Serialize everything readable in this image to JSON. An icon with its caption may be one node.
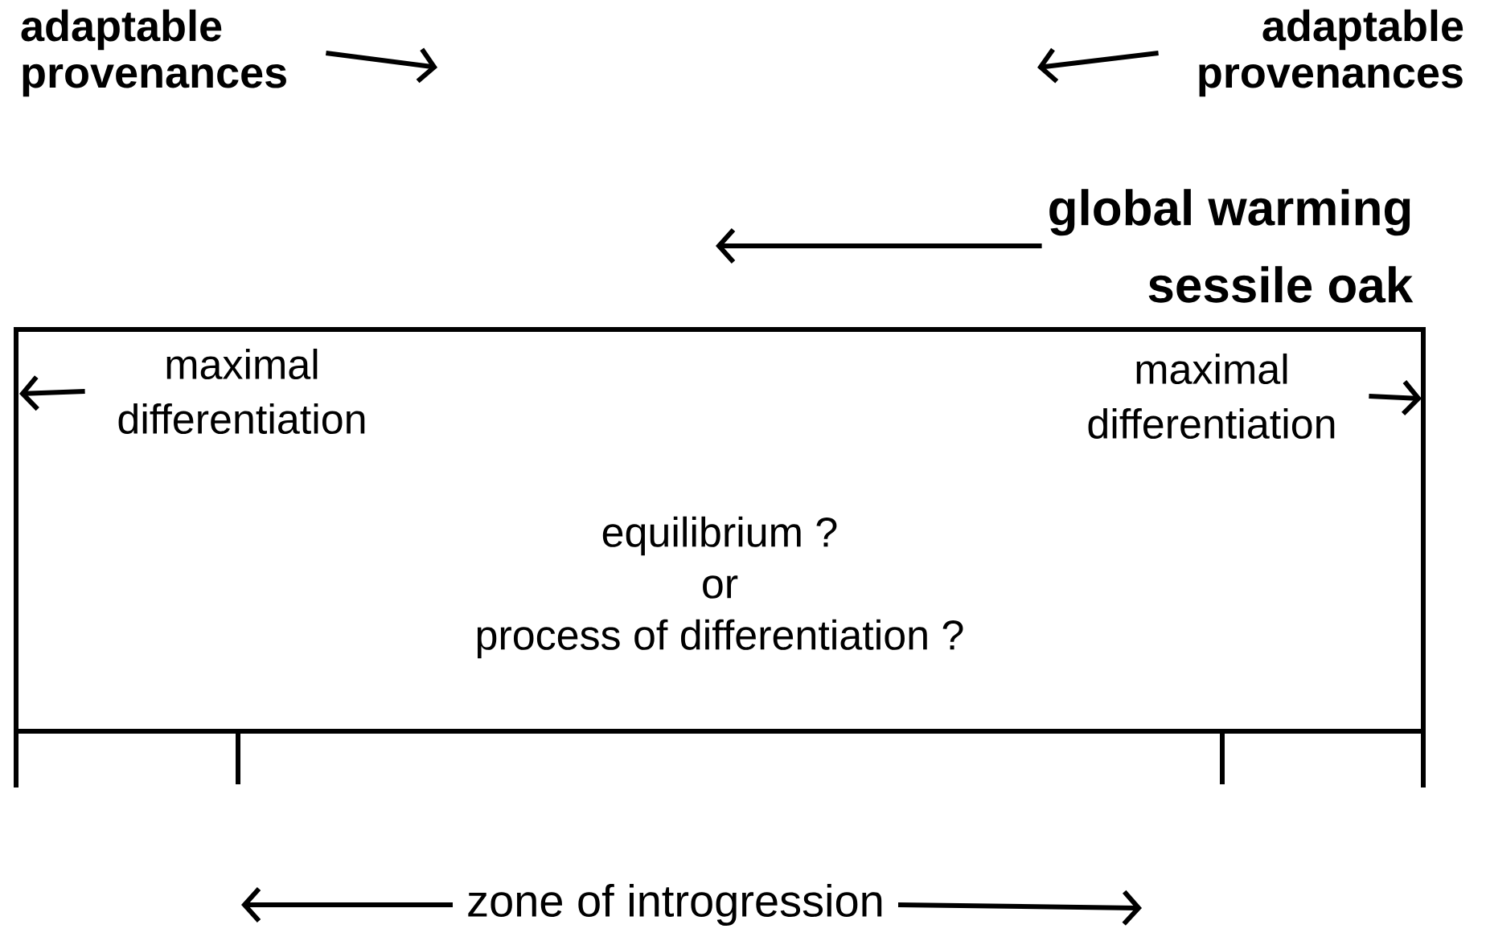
{
  "diagram": {
    "nodes": [
      {
        "text": [
          "adaptable provenances"
        ]
      },
      {
        "text": [
          "adaptable provenances"
        ]
      },
      {
        "text": [
          "global warming",
          "sessile oak"
        ]
      },
      {
        "text": [
          "equilibrium ?",
          "or",
          "process of differentiation ?"
        ]
      },
      {
        "text": [
          "maximal differentiation"
        ],
        "in": 3
      },
      {
        "text": [
          "maximal differentiation"
        ],
        "in": 3
      },
      {
        "text": [
          "zone of introgression"
        ]
      }
    ],
    "edges": [
      {
        "from": 0,
        "to": null,
        "arrow": "to"
      },
      {
        "from": 1,
        "to": null,
        "arrow": "to"
      },
      {
        "from": 2,
        "to": null,
        "arrow": "to"
      },
      {
        "from": 4,
        "to": null,
        "arrow": "to"
      },
      {
        "from": 5,
        "to": null,
        "arrow": "to"
      },
      {
        "from": 6,
        "to": null,
        "arrow": "to"
      },
      {
        "from": 6,
        "to": null,
        "arrow": "to"
      }
    ]
  }
}
